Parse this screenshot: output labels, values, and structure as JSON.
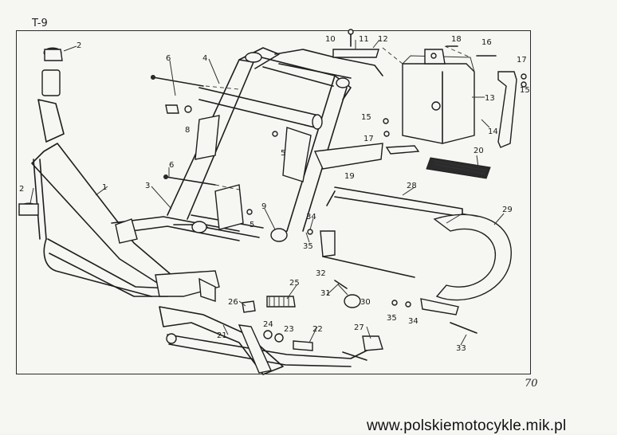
{
  "sheet_code": "T-9",
  "page_number": "70",
  "watermark": "www.polskiemotocykle.mik.pl",
  "callouts": [
    "1",
    "2",
    "3",
    "4",
    "5",
    "6",
    "8",
    "9",
    "10",
    "11",
    "12",
    "13",
    "14",
    "15",
    "16",
    "17",
    "18",
    "19",
    "20",
    "21",
    "22",
    "23",
    "24",
    "25",
    "26",
    "27",
    "28",
    "29",
    "30",
    "31",
    "32",
    "33",
    "34",
    "35"
  ]
}
